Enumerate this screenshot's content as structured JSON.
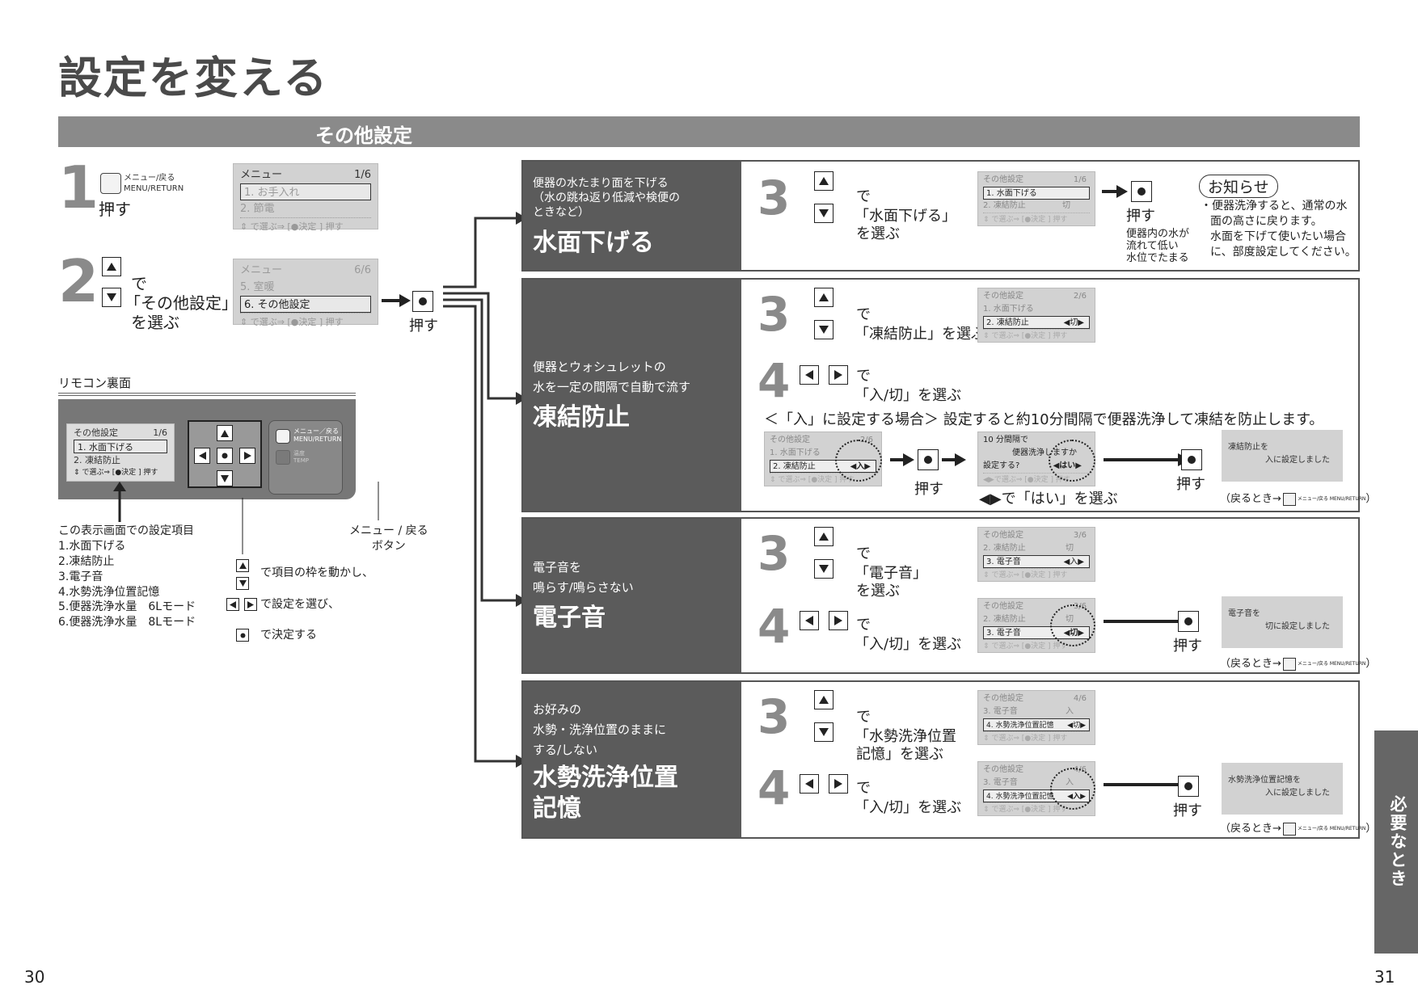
{
  "title": "設定を変える",
  "section": "その他設定",
  "page_left": "30",
  "page_right": "31",
  "side_tab": "必要なとき",
  "step1": {
    "num": "1",
    "button_label_jp": "メニュー/戻る",
    "button_label_en": "MENU/RETURN",
    "action": "押す"
  },
  "lcd_menu1": {
    "title": "メニュー",
    "page": "1/6",
    "item1": "1. お手入れ",
    "item2": "2. 節電",
    "foot": "で選ぶ⇒ [●決定 ] 押す"
  },
  "step2": {
    "num": "2",
    "de": "で",
    "target": "「その他設定」",
    "select": "を選ぶ",
    "push": "押す"
  },
  "lcd_menu2": {
    "title": "メニュー",
    "page": "6/6",
    "item1": "5. 室暖",
    "item2": "6. その他設定",
    "foot": "で選ぶ⇒ [●決定 ] 押す"
  },
  "remote": {
    "label": "リモコン裏面",
    "lcd_title": "その他設定",
    "lcd_page": "1/6",
    "lcd_item1": "1. 水面下げる",
    "lcd_item2": "2. 凍結防止",
    "lcd_foot": "で選ぶ⇒ [●決定 ] 押す",
    "btn_menu_jp": "メニュー／戻る",
    "btn_menu_en": "MENU/RETURN",
    "btn_temp_jp": "温度",
    "btn_temp_en": "TEMP"
  },
  "remote_notes": {
    "list_title": "この表示画面での設定項目",
    "items": [
      "1.水面下げる",
      "2.凍結防止",
      "3.電子音",
      "4.水勢洗浄位置記憶",
      "5.便器洗浄水量　6Lモード",
      "6.便器洗浄水量　8Lモード"
    ],
    "menu_button_line1": "メニュー / 戻る",
    "menu_button_line2": "ボタン",
    "move": "で項目の枠を動かし、",
    "choose": "で設定を選び、",
    "decide": "で決定する"
  },
  "panels": [
    {
      "desc": [
        "便器の水たまり面を下げる",
        "（水の跳ね返り低減や検便の",
        "ときなど）"
      ],
      "heading": "水面下げる",
      "step3_num": "3",
      "step3_de": "で",
      "step3_target": "「水面下げる」",
      "step3_select": "を選ぶ",
      "lcd": {
        "title": "その他設定",
        "page": "1/6",
        "item1": "1. 水面下げる",
        "item2": "2. 凍結防止",
        "item2_val": "切",
        "foot": "で選ぶ⇒ [●決定 ] 押す"
      },
      "push": "押す",
      "push_note": [
        "便器内の水が",
        "流れて低い",
        "水位でたまる"
      ],
      "notice_title": "お知らせ",
      "notice_lines": [
        "・便器洗浄すると、通常の水",
        "面の高さに戻ります。",
        "水面を下げて使いたい場合",
        "に、部度設定してください。"
      ]
    },
    {
      "desc": [
        "便器とウォシュレットの",
        "水を一定の間隔で自動で流す"
      ],
      "heading": "凍結防止",
      "step3_num": "3",
      "step3_de": "で",
      "step3_target": "「凍結防止」を選ぶ",
      "lcd3": {
        "title": "その他設定",
        "page": "2/6",
        "item1": "1. 水面下げる",
        "item2": "2. 凍結防止",
        "item2_val": "◀切▶",
        "foot": "で選ぶ⇒ [●決定 ] 押す"
      },
      "step4_num": "4",
      "step4_de": "で",
      "step4_select": "「入/切」を選ぶ",
      "note": "＜「入」に設定する場合＞ 設定すると約10分間隔で便器洗浄して凍結を防止します。",
      "lcd4": {
        "title": "その他設定",
        "page": "2/6",
        "item1": "1. 水面下げる",
        "item2": "2. 凍結防止",
        "item2_val": "◀入▶",
        "foot": "で選ぶ⇒ [●決定 ] 押す"
      },
      "push1": "押す",
      "confirm": {
        "line1": "10 分間隔で",
        "line2": "便器洗浄しますか",
        "line3": "設定する?",
        "val": "◀はい▶",
        "foot": "◀▶で選ぶ⇒ [●決定 ] 押す"
      },
      "yes_select": "◀▶で「はい」を選ぶ",
      "push2": "押す",
      "result": {
        "line1": "凍結防止を",
        "line2": "入に設定しました"
      },
      "back": "（戻るとき→",
      "back_btn": "メニュー/戻る MENU/RETURN",
      "back_end": "）"
    },
    {
      "desc": [
        "電子音を",
        "鳴らす/鳴らさない"
      ],
      "heading": "電子音",
      "step3_num": "3",
      "step3_de": "で",
      "step3_target": "「電子音」",
      "step3_select": "を選ぶ",
      "lcd3": {
        "title": "その他設定",
        "page": "3/6",
        "item1": "2. 凍結防止",
        "item1_val": "切",
        "item2": "3. 電子音",
        "item2_val": "◀入▶",
        "foot": "で選ぶ⇒ [●決定 ] 押す"
      },
      "step4_num": "4",
      "step4_de": "で",
      "step4_select": "「入/切」を選ぶ",
      "lcd4": {
        "title": "その他設定",
        "page": "3/6",
        "item1": "2. 凍結防止",
        "item1_val": "切",
        "item2": "3. 電子音",
        "item2_val": "◀切▶",
        "foot": "で選ぶ⇒ [●決定 ] 押す"
      },
      "push": "押す",
      "result": {
        "line1": "電子音を",
        "line2": "切に設定しました"
      },
      "back": "（戻るとき→",
      "back_btn": "メニュー/戻る MENU/RETURN",
      "back_end": "）"
    },
    {
      "desc": [
        "お好みの",
        "水勢・洗浄位置のままに",
        "する/しない"
      ],
      "heading_line1": "水勢洗浄位置",
      "heading_line2": "記憶",
      "step3_num": "3",
      "step3_de": "で",
      "step3_target": "「水勢洗浄位置",
      "step3_select": "記憶」を選ぶ",
      "lcd3": {
        "title": "その他設定",
        "page": "4/6",
        "item1": "3. 電子音",
        "item1_val": "入",
        "item2": "4. 水勢洗浄位置記憶",
        "item2_val": "◀切▶",
        "foot": "で選ぶ⇒ [●決定 ] 押す"
      },
      "step4_num": "4",
      "step4_de": "で",
      "step4_select": "「入/切」を選ぶ",
      "lcd4": {
        "title": "その他設定",
        "page": "4/6",
        "item1": "3. 電子音",
        "item1_val": "入",
        "item2": "4. 水勢洗浄位置記憶",
        "item2_val": "◀入▶",
        "foot": "で選ぶ⇒ [●決定 ] 押す"
      },
      "push": "押す",
      "result": {
        "line1": "水勢洗浄位置記憶を",
        "line2": "入に設定しました"
      },
      "back": "（戻るとき→",
      "back_btn": "メニュー/戻る MENU/RETURN",
      "back_end": "）"
    }
  ]
}
